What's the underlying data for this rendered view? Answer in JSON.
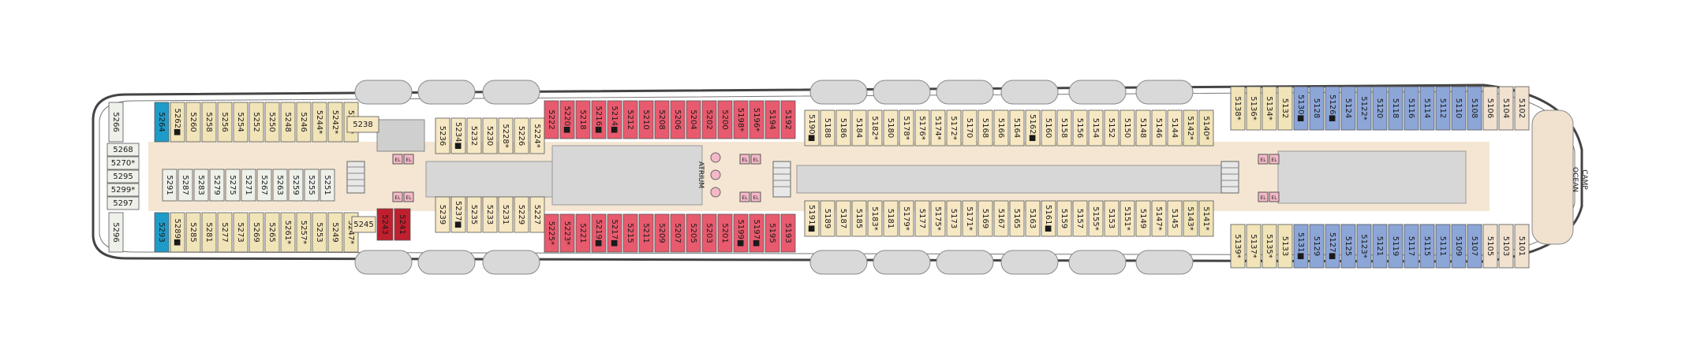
{
  "colors": {
    "hull": "#ffffff",
    "hull_stroke": "#444444",
    "corridor": "#f4e6d2",
    "deck_grey": "#d7d7d7",
    "stair": "#e8e8e8",
    "lifeboat": "#d9d9d9",
    "text": "#1a1a1a",
    "cat": {
      "interior": "#ffd98f",
      "light_interior": "#f1e4b8",
      "interior_pale": "#f7e8c4",
      "oceanview": "#eef0ea",
      "balcony": "#e85a6e",
      "balcony_dark": "#c01f2e",
      "blue": "#8da6d8",
      "teal": "#1e9bc8",
      "fwd_pale": "#f1e1cf"
    }
  },
  "labels": {
    "atrium": "ATRIUM",
    "camp_ocean": [
      "CAMP",
      "OCEAN"
    ],
    "elevator": "EL"
  },
  "lifeboats_top": [
    450,
    530,
    612,
    1027,
    1107,
    1187,
    1269,
    1355,
    1440
  ],
  "lifeboats_bottom": [
    450,
    530,
    612,
    1027,
    1107,
    1187,
    1269,
    1355,
    1440
  ],
  "cabins": {
    "top_row": [
      {
        "n": "5240*",
        "c": "light_interior"
      },
      {
        "n": "5242*",
        "c": "light_interior"
      },
      {
        "n": "5244*",
        "c": "light_interior"
      },
      {
        "n": "5246",
        "c": "light_interior"
      },
      {
        "n": "5248",
        "c": "light_interior"
      },
      {
        "n": "5250",
        "c": "light_interior"
      },
      {
        "n": "5252",
        "c": "light_interior"
      },
      {
        "n": "5254",
        "c": "light_interior"
      },
      {
        "n": "5256",
        "c": "light_interior"
      },
      {
        "n": "5258",
        "c": "light_interior"
      },
      {
        "n": "5260",
        "c": "light_interior"
      },
      {
        "n": "5262■",
        "c": "light_interior"
      },
      {
        "n": "5264",
        "c": "teal"
      }
    ],
    "top_row_mid": [
      {
        "n": "5224*",
        "c": "interior_pale"
      },
      {
        "n": "5226",
        "c": "interior_pale"
      },
      {
        "n": "5228*",
        "c": "interior_pale"
      },
      {
        "n": "5230",
        "c": "interior_pale"
      },
      {
        "n": "5232",
        "c": "interior_pale"
      },
      {
        "n": "5234■",
        "c": "interior_pale"
      },
      {
        "n": "5236",
        "c": "interior_pale"
      }
    ],
    "top_balcony": [
      {
        "n": "5192",
        "c": "balcony"
      },
      {
        "n": "5194",
        "c": "balcony"
      },
      {
        "n": "5196*",
        "c": "balcony"
      },
      {
        "n": "5198*",
        "c": "balcony"
      },
      {
        "n": "5200",
        "c": "balcony"
      },
      {
        "n": "5202",
        "c": "balcony"
      },
      {
        "n": "5204",
        "c": "balcony"
      },
      {
        "n": "5206",
        "c": "balcony"
      },
      {
        "n": "5208",
        "c": "balcony"
      },
      {
        "n": "5210",
        "c": "balcony"
      },
      {
        "n": "5212",
        "c": "balcony"
      },
      {
        "n": "5214■",
        "c": "balcony"
      },
      {
        "n": "5216■",
        "c": "balcony"
      },
      {
        "n": "5218",
        "c": "balcony"
      },
      {
        "n": "5220■",
        "c": "balcony"
      },
      {
        "n": "5222",
        "c": "balcony"
      }
    ],
    "top_aft_ocean": [
      {
        "n": "5140*",
        "c": "light_interior"
      },
      {
        "n": "5142*",
        "c": "light_interior"
      },
      {
        "n": "5144",
        "c": "interior_pale"
      },
      {
        "n": "5146",
        "c": "interior_pale"
      },
      {
        "n": "5148",
        "c": "interior_pale"
      },
      {
        "n": "5150",
        "c": "interior_pale"
      },
      {
        "n": "5152",
        "c": "interior_pale"
      },
      {
        "n": "5154",
        "c": "interior_pale"
      },
      {
        "n": "5156",
        "c": "interior_pale"
      },
      {
        "n": "5158",
        "c": "interior_pale"
      },
      {
        "n": "5160",
        "c": "interior_pale"
      },
      {
        "n": "5162■",
        "c": "interior_pale"
      },
      {
        "n": "5164",
        "c": "interior_pale"
      },
      {
        "n": "5166",
        "c": "interior_pale"
      },
      {
        "n": "5168",
        "c": "interior_pale"
      },
      {
        "n": "5170",
        "c": "interior_pale"
      },
      {
        "n": "5172*",
        "c": "interior_pale"
      },
      {
        "n": "5174*",
        "c": "interior_pale"
      },
      {
        "n": "5176*",
        "c": "interior_pale"
      },
      {
        "n": "5178*",
        "c": "interior_pale"
      },
      {
        "n": "5180",
        "c": "interior_pale"
      },
      {
        "n": "5182*",
        "c": "interior_pale"
      },
      {
        "n": "5184",
        "c": "interior_pale"
      },
      {
        "n": "5186",
        "c": "interior_pale"
      },
      {
        "n": "5188",
        "c": "interior_pale"
      },
      {
        "n": "5190■",
        "c": "interior_pale"
      }
    ],
    "top_fwd": [
      {
        "n": "5102",
        "c": "fwd_pale"
      },
      {
        "n": "5104",
        "c": "fwd_pale"
      },
      {
        "n": "5106",
        "c": "fwd_pale"
      },
      {
        "n": "5108",
        "c": "blue"
      },
      {
        "n": "5110",
        "c": "blue"
      },
      {
        "n": "5112",
        "c": "blue"
      },
      {
        "n": "5114",
        "c": "blue"
      },
      {
        "n": "5116",
        "c": "blue"
      },
      {
        "n": "5118",
        "c": "blue"
      },
      {
        "n": "5120",
        "c": "blue"
      },
      {
        "n": "5122*",
        "c": "blue"
      },
      {
        "n": "5124",
        "c": "blue"
      },
      {
        "n": "5126■",
        "c": "blue"
      },
      {
        "n": "5128",
        "c": "blue"
      },
      {
        "n": "5130■",
        "c": "blue"
      },
      {
        "n": "5132",
        "c": "light_interior"
      },
      {
        "n": "5134*",
        "c": "light_interior"
      },
      {
        "n": "5136*",
        "c": "light_interior"
      },
      {
        "n": "5138*",
        "c": "light_interior"
      }
    ],
    "bottom_row": [
      {
        "n": "5247*",
        "c": "light_interior"
      },
      {
        "n": "5249",
        "c": "light_interior"
      },
      {
        "n": "5253",
        "c": "light_interior"
      },
      {
        "n": "5257*",
        "c": "light_interior"
      },
      {
        "n": "5261*",
        "c": "light_interior"
      },
      {
        "n": "5265",
        "c": "light_interior"
      },
      {
        "n": "5269",
        "c": "light_interior"
      },
      {
        "n": "5273",
        "c": "light_interior"
      },
      {
        "n": "5277",
        "c": "light_interior"
      },
      {
        "n": "5281",
        "c": "light_interior"
      },
      {
        "n": "5285",
        "c": "light_interior"
      },
      {
        "n": "5289■",
        "c": "light_interior"
      },
      {
        "n": "5293",
        "c": "teal"
      }
    ],
    "inner_row_aft": [
      {
        "n": "5251",
        "c": "oceanview"
      },
      {
        "n": "5255",
        "c": "oceanview"
      },
      {
        "n": "5259",
        "c": "oceanview"
      },
      {
        "n": "5263",
        "c": "oceanview"
      },
      {
        "n": "5267",
        "c": "oceanview"
      },
      {
        "n": "5271",
        "c": "oceanview"
      },
      {
        "n": "5275",
        "c": "oceanview"
      },
      {
        "n": "5279",
        "c": "oceanview"
      },
      {
        "n": "5283",
        "c": "oceanview"
      },
      {
        "n": "5287",
        "c": "oceanview"
      },
      {
        "n": "5291",
        "c": "oceanview"
      }
    ],
    "stern_stack": [
      "5268",
      "5270*",
      "5295",
      "5299*",
      "5297"
    ],
    "stern_single": [
      "5266",
      "5296"
    ],
    "bottom_row_mid": [
      {
        "n": "5227",
        "c": "interior_pale"
      },
      {
        "n": "5229",
        "c": "interior_pale"
      },
      {
        "n": "5231",
        "c": "interior_pale"
      },
      {
        "n": "5233",
        "c": "interior_pale"
      },
      {
        "n": "5235",
        "c": "interior_pale"
      },
      {
        "n": "5237■",
        "c": "interior_pale"
      },
      {
        "n": "5239",
        "c": "interior_pale"
      }
    ],
    "special": {
      "n5245": "5245",
      "n5243": "5243",
      "n5241": "5241",
      "n5238": "5238"
    },
    "bottom_balcony": [
      {
        "n": "5193",
        "c": "balcony"
      },
      {
        "n": "5195",
        "c": "balcony"
      },
      {
        "n": "5197■",
        "c": "balcony"
      },
      {
        "n": "5199■",
        "c": "balcony"
      },
      {
        "n": "5201",
        "c": "balcony"
      },
      {
        "n": "5203",
        "c": "balcony"
      },
      {
        "n": "5205",
        "c": "balcony"
      },
      {
        "n": "5207",
        "c": "balcony"
      },
      {
        "n": "5209",
        "c": "balcony"
      },
      {
        "n": "5211",
        "c": "balcony"
      },
      {
        "n": "5215",
        "c": "balcony"
      },
      {
        "n": "5217■",
        "c": "balcony"
      },
      {
        "n": "5219■",
        "c": "balcony"
      },
      {
        "n": "5221",
        "c": "balcony"
      },
      {
        "n": "5223*",
        "c": "balcony"
      },
      {
        "n": "5225*",
        "c": "balcony"
      }
    ],
    "bottom_aft_ocean": [
      {
        "n": "5141*",
        "c": "light_interior"
      },
      {
        "n": "5143*",
        "c": "light_interior"
      },
      {
        "n": "5145",
        "c": "interior_pale"
      },
      {
        "n": "5147*",
        "c": "interior_pale"
      },
      {
        "n": "5149",
        "c": "interior_pale"
      },
      {
        "n": "5151*",
        "c": "interior_pale"
      },
      {
        "n": "5153",
        "c": "interior_pale"
      },
      {
        "n": "5155*",
        "c": "interior_pale"
      },
      {
        "n": "5157",
        "c": "interior_pale"
      },
      {
        "n": "5159",
        "c": "interior_pale"
      },
      {
        "n": "5161■",
        "c": "interior_pale"
      },
      {
        "n": "5163",
        "c": "interior_pale"
      },
      {
        "n": "5165",
        "c": "interior_pale"
      },
      {
        "n": "5167",
        "c": "interior_pale"
      },
      {
        "n": "5169",
        "c": "interior_pale"
      },
      {
        "n": "5171*",
        "c": "interior_pale"
      },
      {
        "n": "5173",
        "c": "interior_pale"
      },
      {
        "n": "5175*",
        "c": "interior_pale"
      },
      {
        "n": "5177",
        "c": "interior_pale"
      },
      {
        "n": "5179*",
        "c": "interior_pale"
      },
      {
        "n": "5181",
        "c": "interior_pale"
      },
      {
        "n": "5183*",
        "c": "interior_pale"
      },
      {
        "n": "5185",
        "c": "interior_pale"
      },
      {
        "n": "5187",
        "c": "interior_pale"
      },
      {
        "n": "5189",
        "c": "interior_pale"
      },
      {
        "n": "5191■",
        "c": "interior_pale"
      }
    ],
    "bottom_fwd": [
      {
        "n": "5101",
        "c": "fwd_pale"
      },
      {
        "n": "5103",
        "c": "fwd_pale"
      },
      {
        "n": "5105",
        "c": "fwd_pale"
      },
      {
        "n": "5107",
        "c": "blue"
      },
      {
        "n": "5109",
        "c": "blue"
      },
      {
        "n": "5111",
        "c": "blue"
      },
      {
        "n": "5115",
        "c": "blue"
      },
      {
        "n": "5117",
        "c": "blue"
      },
      {
        "n": "5119",
        "c": "blue"
      },
      {
        "n": "5121",
        "c": "blue"
      },
      {
        "n": "5123*",
        "c": "blue"
      },
      {
        "n": "5125",
        "c": "blue"
      },
      {
        "n": "5127■",
        "c": "blue"
      },
      {
        "n": "5129",
        "c": "blue"
      },
      {
        "n": "5131■",
        "c": "blue"
      },
      {
        "n": "5133",
        "c": "light_interior"
      },
      {
        "n": "5135*",
        "c": "light_interior"
      },
      {
        "n": "5137*",
        "c": "light_interior"
      },
      {
        "n": "5139*",
        "c": "light_interior"
      }
    ]
  }
}
